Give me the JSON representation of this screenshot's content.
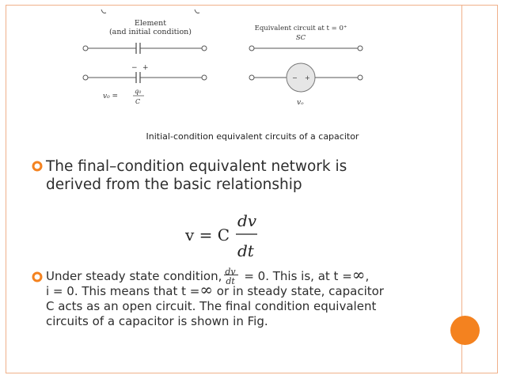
{
  "figure": {
    "left_header_line1": "Element",
    "left_header_line2": "(and initial condition)",
    "right_header": "Equivalent circuit at t = 0⁺",
    "sc_label": "SC",
    "minus_sign": "−",
    "plus_sign": "+",
    "v0_left": "v₀ = ",
    "q0_label": "q₀",
    "c_label": "C",
    "vo_right": "vₒ"
  },
  "caption": "Initial-condition equivalent circuits of a capacitor",
  "bullet1": {
    "line1": "The final–condition equivalent network is",
    "line2": "derived from the basic relationship"
  },
  "formula": {
    "lhs": "v = C",
    "numerator": "dv",
    "denominator": "dt"
  },
  "bullet2": {
    "line1_a": "Under steady state condition,",
    "line1_b": "= 0. This is, at t =",
    "line1_dv": "dv",
    "line1_dt": "dt",
    "infinity": "∞",
    "line2_a": "i  = 0. This means that t =",
    "line2_b": "or in steady state, capacitor",
    "line3": "C  acts as an open circuit. The final condition equivalent",
    "line4": "circuits of a capacitor is shown in Fig."
  },
  "colors": {
    "accent_orange": "#f4821f",
    "border_peach": "#f0b08a",
    "bullet_color": "#f4821f"
  }
}
